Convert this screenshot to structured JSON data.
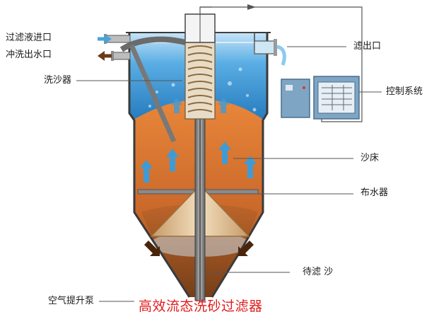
{
  "labels": {
    "inlet": "过滤液进口",
    "wash_outlet": "冲洗出水口",
    "sand_washer": "洗沙器",
    "filtrate_outlet": "滤出口",
    "control_system": "控制系统",
    "sand_bed": "沙床",
    "distributor": "布水器",
    "sand_to_filter": "待滤 沙",
    "air_lift_pump": "空气提升泵"
  },
  "caption": "高效流态洗砂过滤器",
  "colors": {
    "water_top": "#1f7fc6",
    "water_light": "#a9d3f0",
    "sand_top": "#d9732c",
    "sand_dark": "#8a4a1e",
    "cone": "#e7c89a",
    "arrow_blue": "#4aa3d9",
    "arrow_brown": "#5a2e10",
    "caption": "#e01b1b"
  },
  "icons": [
    "control-cabinet-icon",
    "upflow-arrow-icon",
    "downflow-arrow-icon"
  ]
}
